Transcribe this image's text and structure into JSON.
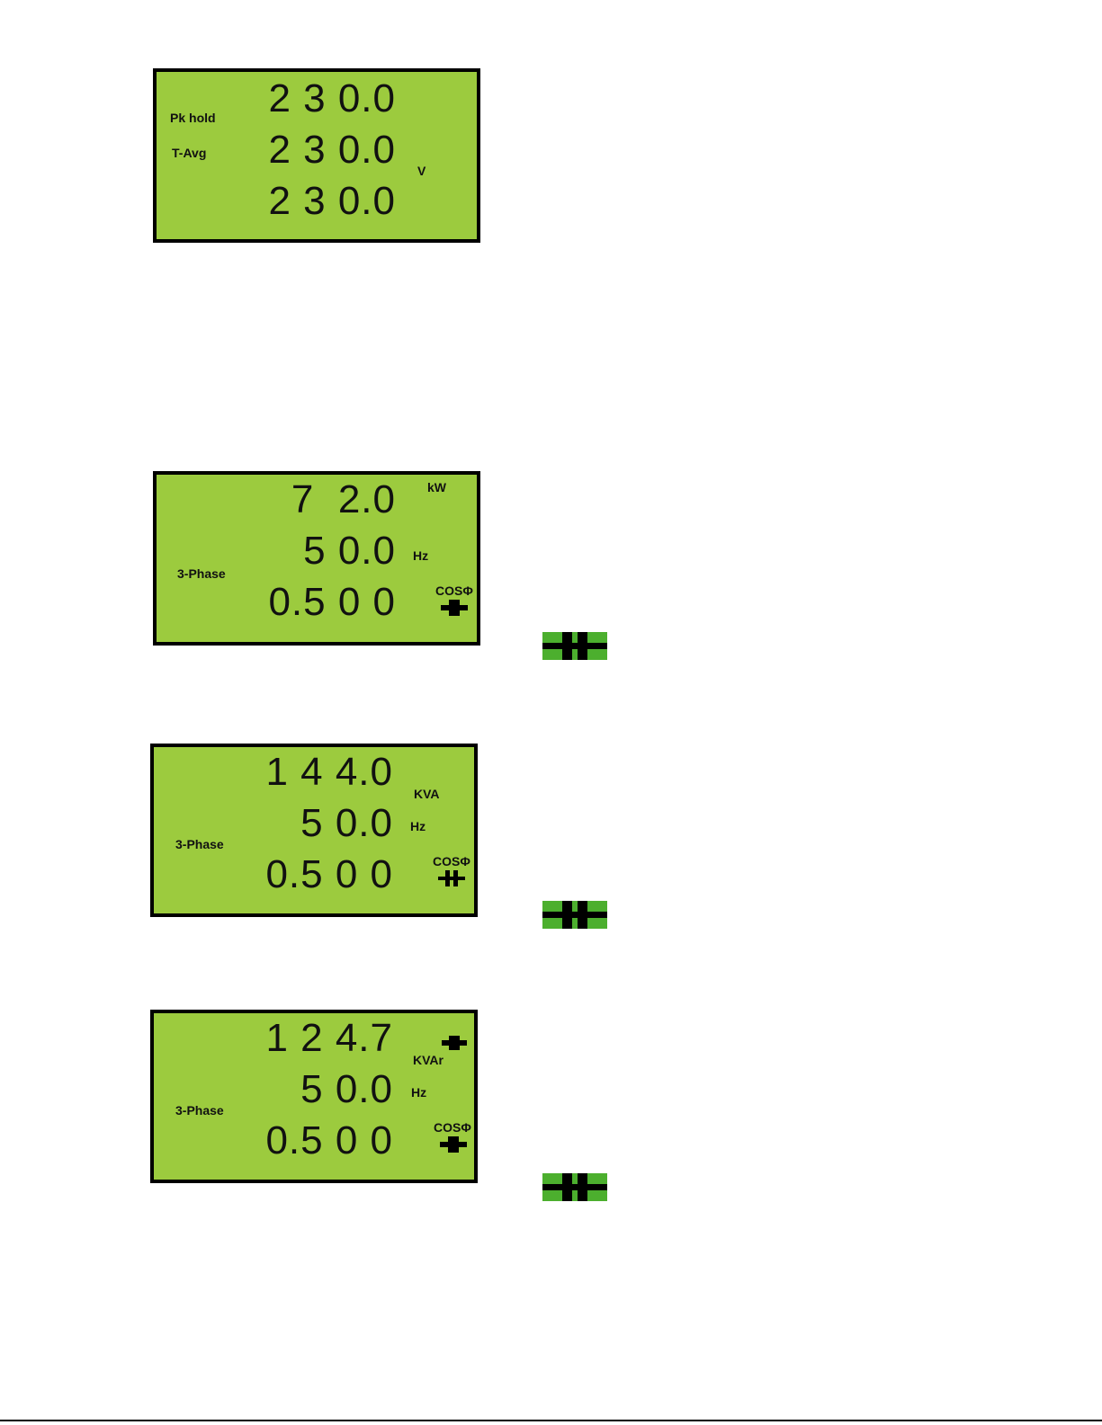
{
  "display_peak": {
    "label_peak": "Pk hold",
    "label_avg": "T-Avg",
    "row1": "2 3 0.0",
    "row2": "2 3 0.0",
    "row3": "2 3 0.0",
    "unit": "V"
  },
  "display_kw": {
    "row1": "7  2.0",
    "row2": "5 0.0",
    "row3": "0.5 0 0",
    "unit1": "kW",
    "unit2": "Hz",
    "unit3": "COSΦ",
    "label": "3-Phase"
  },
  "display_kva": {
    "row1": "1 4 4.0",
    "row2": "5 0.0",
    "row3": "0.5 0 0",
    "unit1": "KVA",
    "unit2": "Hz",
    "unit3": "COSΦ",
    "label": "3-Phase"
  },
  "display_kvar": {
    "row1": "1 2 4.7",
    "row2": "5 0.0",
    "row3": "0.5 0 0",
    "unit1": "KVAr",
    "unit2": "Hz",
    "unit3": "COSΦ",
    "label": "3-Phase"
  },
  "icons": {
    "inductive": "inductive-load-icon",
    "capacitive": "capacitive-load-icon",
    "capacitor_legend": "capacitor-legend-icon"
  },
  "colors": {
    "lcd_background": "#9ccb3e",
    "legend_background": "#4caf2e"
  }
}
